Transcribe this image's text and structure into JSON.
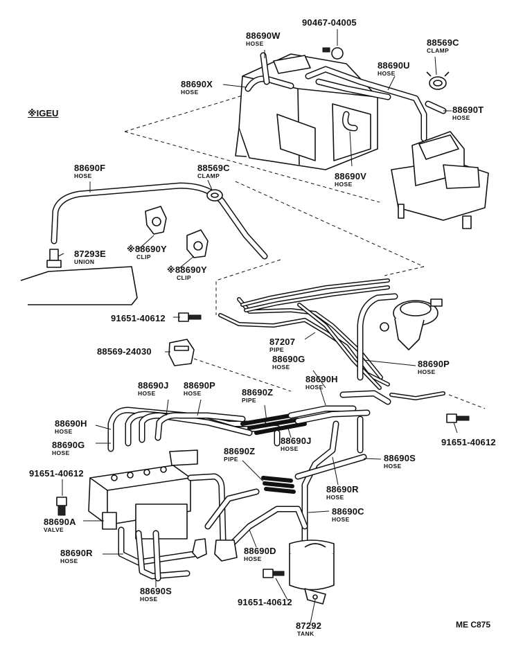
{
  "note": "※IGEU",
  "diagram_code": "ME C875",
  "parts": [
    {
      "id": "p1",
      "number": "88690W",
      "desc": "HOSE"
    },
    {
      "id": "p2",
      "number": "90467-04005",
      "desc": ""
    },
    {
      "id": "p3",
      "number": "88569C",
      "desc": "CLAMP"
    },
    {
      "id": "p4",
      "number": "88690U",
      "desc": "HOSE"
    },
    {
      "id": "p5",
      "number": "88690X",
      "desc": "HOSE"
    },
    {
      "id": "p6",
      "number": "88690T",
      "desc": "HOSE"
    },
    {
      "id": "p7",
      "number": "88690V",
      "desc": "HOSE"
    },
    {
      "id": "p8",
      "number": "88690F",
      "desc": "HOSE"
    },
    {
      "id": "p9",
      "number": "88569C",
      "desc": "CLAMP"
    },
    {
      "id": "p10",
      "number": "87293E",
      "desc": "UNION"
    },
    {
      "id": "p11",
      "number": "88690Y",
      "desc": "CLIP",
      "mark": "※"
    },
    {
      "id": "p12",
      "number": "88690Y",
      "desc": "CLIP",
      "mark": "※"
    },
    {
      "id": "p13",
      "number": "91651-40612",
      "desc": ""
    },
    {
      "id": "p14",
      "number": "87207",
      "desc": "PIPE"
    },
    {
      "id": "p15",
      "number": "88569-24030",
      "desc": ""
    },
    {
      "id": "p16",
      "number": "88690G",
      "desc": "HOSE"
    },
    {
      "id": "p17",
      "number": "88690P",
      "desc": "HOSE"
    },
    {
      "id": "p18",
      "number": "88690J",
      "desc": "HOSE"
    },
    {
      "id": "p19",
      "number": "88690P",
      "desc": "HOSE"
    },
    {
      "id": "p20",
      "number": "88690Z",
      "desc": "PIPE"
    },
    {
      "id": "p21",
      "number": "88690H",
      "desc": "HOSE"
    },
    {
      "id": "p22",
      "number": "88690H",
      "desc": "HOSE"
    },
    {
      "id": "p23",
      "number": "88690G",
      "desc": "HOSE"
    },
    {
      "id": "p24",
      "number": "88690J",
      "desc": "HOSE"
    },
    {
      "id": "p25",
      "number": "91651-40612",
      "desc": ""
    },
    {
      "id": "p26",
      "number": "88690Z",
      "desc": "PIPE"
    },
    {
      "id": "p27",
      "number": "88690S",
      "desc": "HOSE"
    },
    {
      "id": "p28",
      "number": "91651-40612",
      "desc": ""
    },
    {
      "id": "p29",
      "number": "88690R",
      "desc": "HOSE"
    },
    {
      "id": "p30",
      "number": "88690A",
      "desc": "VALVE"
    },
    {
      "id": "p31",
      "number": "88690C",
      "desc": "HOSE"
    },
    {
      "id": "p32",
      "number": "88690R",
      "desc": "HOSE"
    },
    {
      "id": "p33",
      "number": "88690D",
      "desc": "HOSE"
    },
    {
      "id": "p34",
      "number": "88690S",
      "desc": "HOSE"
    },
    {
      "id": "p35",
      "number": "91651-40612",
      "desc": ""
    },
    {
      "id": "p36",
      "number": "87292",
      "desc": "TANK"
    }
  ]
}
